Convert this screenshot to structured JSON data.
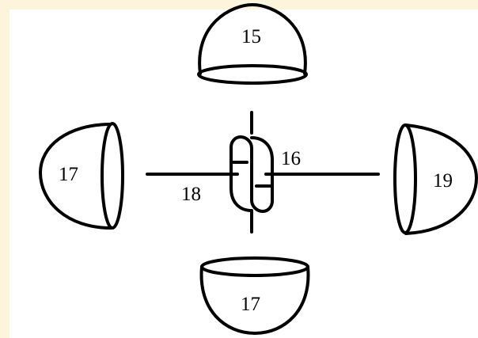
{
  "diagram": {
    "background_color": "#fdf4dc",
    "canvas_color": "#ffffff",
    "stroke_color": "#000000",
    "labels": {
      "top_cup": "15",
      "connector": "16",
      "left_cup": "17",
      "bottom_cup": "17",
      "horizontal_arm": "18",
      "right_cup": "19"
    }
  }
}
